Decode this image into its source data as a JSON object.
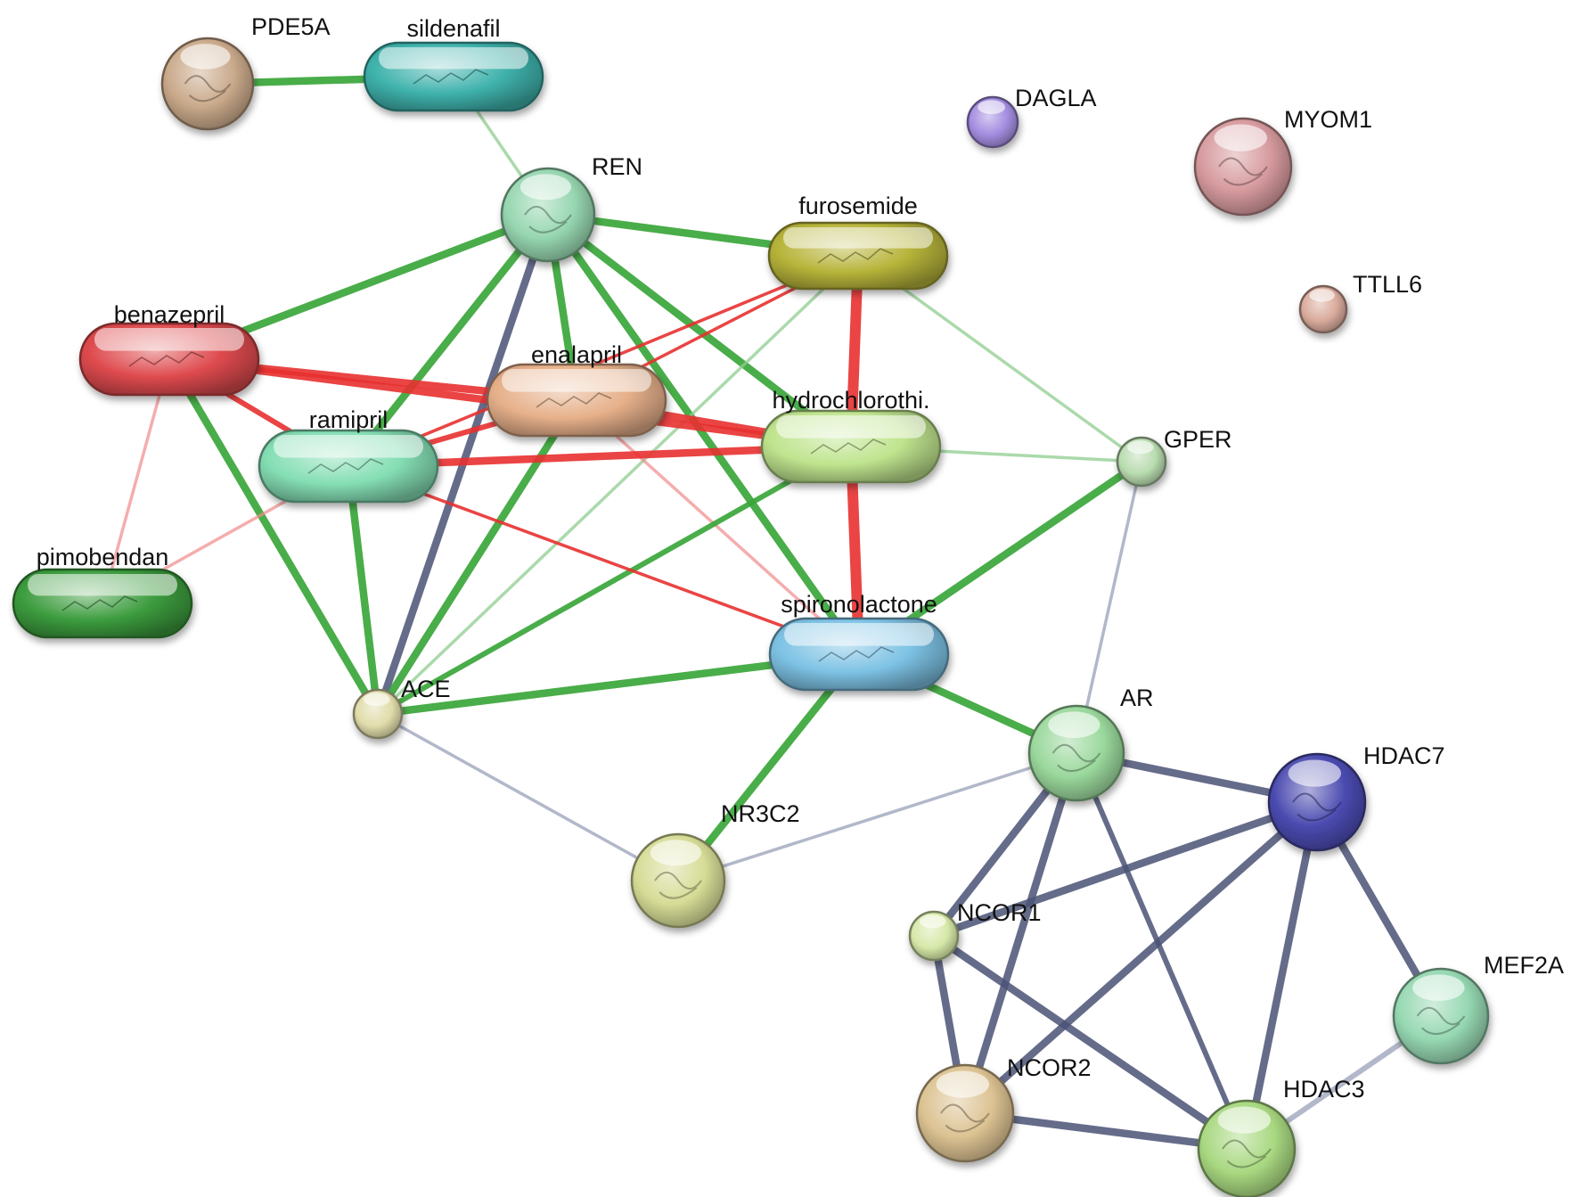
{
  "network": {
    "colors": {
      "green": "#3aa63a",
      "red": "#e83030",
      "slate": "#4a5275",
      "lightgray": "#aab0c4",
      "lightgreen": "#8fcc8f",
      "pink": "#f08a8a"
    },
    "nodes": [
      {
        "id": "PDE5A",
        "label": "PDE5A",
        "kind": "protein",
        "color": "#c9a98a"
      },
      {
        "id": "sildenafil",
        "label": "sildenafil",
        "kind": "drug",
        "color": "#3fb2ac"
      },
      {
        "id": "REN",
        "label": "REN",
        "kind": "protein",
        "color": "#96d6b0"
      },
      {
        "id": "DAGLA",
        "label": "DAGLA",
        "kind": "protein",
        "color": "#a48de0"
      },
      {
        "id": "MYOM1",
        "label": "MYOM1",
        "kind": "protein",
        "color": "#d69a9e"
      },
      {
        "id": "TTLL6",
        "label": "TTLL6",
        "kind": "protein",
        "color": "#d9ab9c"
      },
      {
        "id": "furosemide",
        "label": "furosemide",
        "kind": "drug",
        "color": "#b7b43a"
      },
      {
        "id": "benazepril",
        "label": "benazepril",
        "kind": "drug",
        "color": "#de4a4e"
      },
      {
        "id": "enalapril",
        "label": "enalapril",
        "kind": "drug",
        "color": "#e6b08a"
      },
      {
        "id": "hydrochlorothi",
        "label": "hydrochlorothi.",
        "kind": "drug",
        "color": "#bfe48e"
      },
      {
        "id": "ramipril",
        "label": "ramipril",
        "kind": "drug",
        "color": "#84deb4"
      },
      {
        "id": "GPER",
        "label": "GPER",
        "kind": "protein",
        "color": "#b9dcb0"
      },
      {
        "id": "pimobendan",
        "label": "pimobendan",
        "kind": "drug",
        "color": "#3c9c3e"
      },
      {
        "id": "spironolactone",
        "label": "spironolactone",
        "kind": "drug",
        "color": "#7dc2e4"
      },
      {
        "id": "ACE",
        "label": "ACE",
        "kind": "protein",
        "color": "#e0dcaa"
      },
      {
        "id": "AR",
        "label": "AR",
        "kind": "protein",
        "color": "#9ad89c"
      },
      {
        "id": "HDAC7",
        "label": "HDAC7",
        "kind": "protein",
        "color": "#4a4ab0"
      },
      {
        "id": "NR3C2",
        "label": "NR3C2",
        "kind": "protein",
        "color": "#d6dc96"
      },
      {
        "id": "NCOR1",
        "label": "NCOR1",
        "kind": "protein",
        "color": "#d6e8a8"
      },
      {
        "id": "MEF2A",
        "label": "MEF2A",
        "kind": "protein",
        "color": "#96d8b2"
      },
      {
        "id": "NCOR2",
        "label": "NCOR2",
        "kind": "protein",
        "color": "#dcc292"
      },
      {
        "id": "HDAC3",
        "label": "HDAC3",
        "kind": "protein",
        "color": "#a8d880"
      }
    ],
    "edges": [
      {
        "from": "PDE5A",
        "to": "sildenafil",
        "type": "green",
        "strength": 3
      },
      {
        "from": "sildenafil",
        "to": "REN",
        "type": "lightgreen",
        "strength": 1
      },
      {
        "from": "REN",
        "to": "furosemide",
        "type": "green",
        "strength": 3
      },
      {
        "from": "REN",
        "to": "benazepril",
        "type": "green",
        "strength": 3
      },
      {
        "from": "REN",
        "to": "enalapril",
        "type": "green",
        "strength": 3
      },
      {
        "from": "REN",
        "to": "hydrochlorothi",
        "type": "green",
        "strength": 3
      },
      {
        "from": "REN",
        "to": "ramipril",
        "type": "green",
        "strength": 3
      },
      {
        "from": "REN",
        "to": "spironolactone",
        "type": "green",
        "strength": 3
      },
      {
        "from": "REN",
        "to": "ACE",
        "type": "slate",
        "strength": 3
      },
      {
        "from": "furosemide",
        "to": "hydrochlorothi",
        "type": "red",
        "strength": 4
      },
      {
        "from": "furosemide",
        "to": "enalapril",
        "type": "red",
        "strength": 1
      },
      {
        "from": "furosemide",
        "to": "ramipril",
        "type": "red",
        "strength": 1
      },
      {
        "from": "furosemide",
        "to": "ACE",
        "type": "lightgreen",
        "strength": 1
      },
      {
        "from": "furosemide",
        "to": "GPER",
        "type": "lightgreen",
        "strength": 1
      },
      {
        "from": "benazepril",
        "to": "enalapril",
        "type": "red",
        "strength": 3
      },
      {
        "from": "benazepril",
        "to": "hydrochlorothi",
        "type": "red",
        "strength": 3
      },
      {
        "from": "benazepril",
        "to": "ramipril",
        "type": "red",
        "strength": 2
      },
      {
        "from": "benazepril",
        "to": "pimobendan",
        "type": "pink",
        "strength": 1
      },
      {
        "from": "benazepril",
        "to": "ACE",
        "type": "green",
        "strength": 3
      },
      {
        "from": "enalapril",
        "to": "hydrochlorothi",
        "type": "red",
        "strength": 3
      },
      {
        "from": "enalapril",
        "to": "ramipril",
        "type": "red",
        "strength": 2
      },
      {
        "from": "enalapril",
        "to": "spironolactone",
        "type": "pink",
        "strength": 1
      },
      {
        "from": "enalapril",
        "to": "ACE",
        "type": "green",
        "strength": 3
      },
      {
        "from": "hydrochlorothi",
        "to": "ramipril",
        "type": "red",
        "strength": 3
      },
      {
        "from": "hydrochlorothi",
        "to": "spironolactone",
        "type": "red",
        "strength": 4
      },
      {
        "from": "hydrochlorothi",
        "to": "GPER",
        "type": "lightgreen",
        "strength": 1
      },
      {
        "from": "hydrochlorothi",
        "to": "ACE",
        "type": "green",
        "strength": 2
      },
      {
        "from": "ramipril",
        "to": "pimobendan",
        "type": "pink",
        "strength": 1
      },
      {
        "from": "ramipril",
        "to": "spironolactone",
        "type": "red",
        "strength": 1
      },
      {
        "from": "ramipril",
        "to": "ACE",
        "type": "green",
        "strength": 3
      },
      {
        "from": "spironolactone",
        "to": "GPER",
        "type": "green",
        "strength": 3
      },
      {
        "from": "spironolactone",
        "to": "ACE",
        "type": "green",
        "strength": 3
      },
      {
        "from": "spironolactone",
        "to": "AR",
        "type": "green",
        "strength": 3
      },
      {
        "from": "spironolactone",
        "to": "NR3C2",
        "type": "green",
        "strength": 3
      },
      {
        "from": "GPER",
        "to": "AR",
        "type": "lightgray",
        "strength": 1
      },
      {
        "from": "ACE",
        "to": "NR3C2",
        "type": "lightgray",
        "strength": 1
      },
      {
        "from": "NR3C2",
        "to": "AR",
        "type": "lightgray",
        "strength": 1
      },
      {
        "from": "AR",
        "to": "HDAC7",
        "type": "slate",
        "strength": 3
      },
      {
        "from": "AR",
        "to": "NCOR1",
        "type": "slate",
        "strength": 3
      },
      {
        "from": "AR",
        "to": "NCOR2",
        "type": "slate",
        "strength": 3
      },
      {
        "from": "AR",
        "to": "HDAC3",
        "type": "slate",
        "strength": 2
      },
      {
        "from": "HDAC7",
        "to": "NCOR1",
        "type": "slate",
        "strength": 3
      },
      {
        "from": "HDAC7",
        "to": "NCOR2",
        "type": "slate",
        "strength": 3
      },
      {
        "from": "HDAC7",
        "to": "HDAC3",
        "type": "slate",
        "strength": 3
      },
      {
        "from": "HDAC7",
        "to": "MEF2A",
        "type": "slate",
        "strength": 3
      },
      {
        "from": "NCOR1",
        "to": "NCOR2",
        "type": "slate",
        "strength": 3
      },
      {
        "from": "NCOR1",
        "to": "HDAC3",
        "type": "slate",
        "strength": 3
      },
      {
        "from": "NCOR2",
        "to": "HDAC3",
        "type": "slate",
        "strength": 3
      },
      {
        "from": "HDAC3",
        "to": "MEF2A",
        "type": "lightgray",
        "strength": 2
      }
    ]
  }
}
